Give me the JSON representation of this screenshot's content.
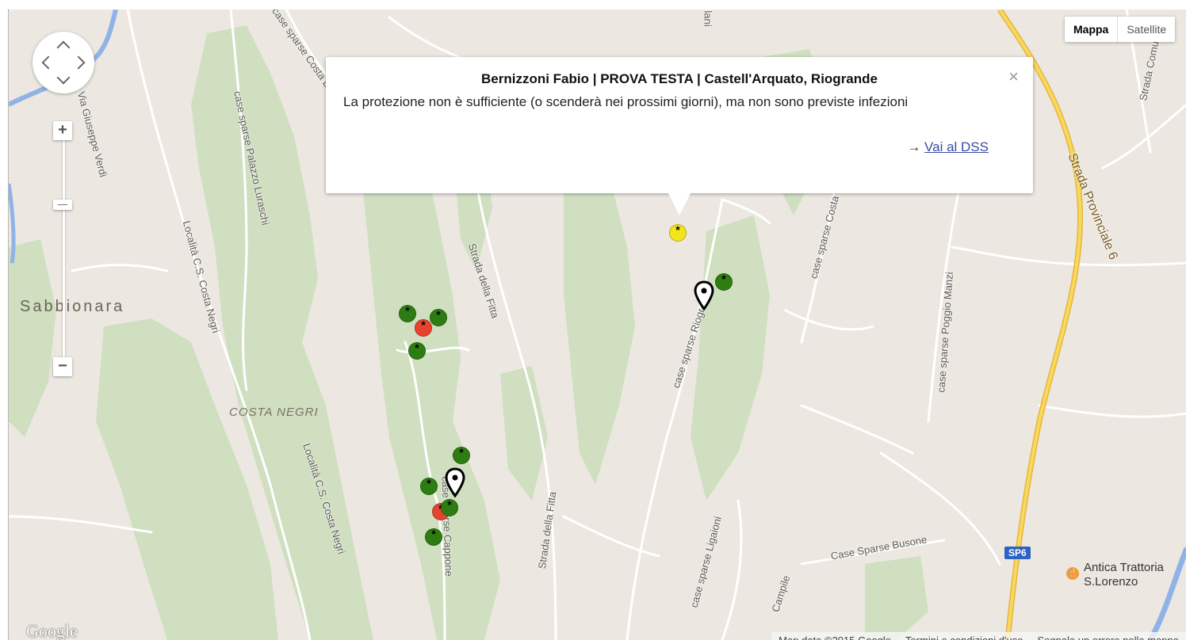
{
  "map": {
    "place_labels": {
      "sabbionara": "Sabbionara",
      "costa_negri": "COSTA NEGRI"
    },
    "road_labels": {
      "giuseppe_verdi": "Via Giuseppe Verdi",
      "costa": "case sparse Costa L",
      "palazzo_luraschi": "case sparse Palazzo Luraschi",
      "loc_costa_negri_1": "Località C.S. Costa Negri",
      "loc_costa_negri_2": "Località C.S. Costa Negri",
      "fitta_1": "Strada della Fitta",
      "fitta_2": "Strada della Fitta",
      "riogrande": "case sparse Riogr",
      "costa_right": "case sparse Costa",
      "poggio_manzi": "case sparse Poggio Manzi",
      "provinciale": "Strada Provinciale 6",
      "ligaioni": "case sparse Ligaioni",
      "busone": "Case Sparse Busone",
      "campile": "Campile",
      "cappone": "case sparse Cappone",
      "comunale": "Strada Comu",
      "lani": "lani"
    },
    "road_shield": "SP6",
    "poi": {
      "name": "Antica Trattoria S.Lorenzo",
      "icon": "restaurant-icon"
    }
  },
  "controls": {
    "zoom_in": "+",
    "zoom_out": "−",
    "map_type": {
      "map": "Mappa",
      "satellite": "Satellite"
    }
  },
  "info_window": {
    "title": "Bernizzoni Fabio | PROVA TESTA | Castell'Arquato, Riogrande",
    "description": "La protezione non è sufficiente (o scenderà nei prossimi giorni), ma non sono previste infezioni",
    "link_arrow": "→",
    "link_label": "Vai al DSS",
    "close": "×"
  },
  "markers": {
    "label": "*",
    "colors": {
      "green": "#2e7d12",
      "red": "#e8432f",
      "yellow": "#f3e51a"
    }
  },
  "footer": {
    "logo": "Google",
    "map_data": "Map data ©2015 Google",
    "terms": "Termini e condizioni d'uso",
    "report": "Segnala un errore nella mappa"
  }
}
